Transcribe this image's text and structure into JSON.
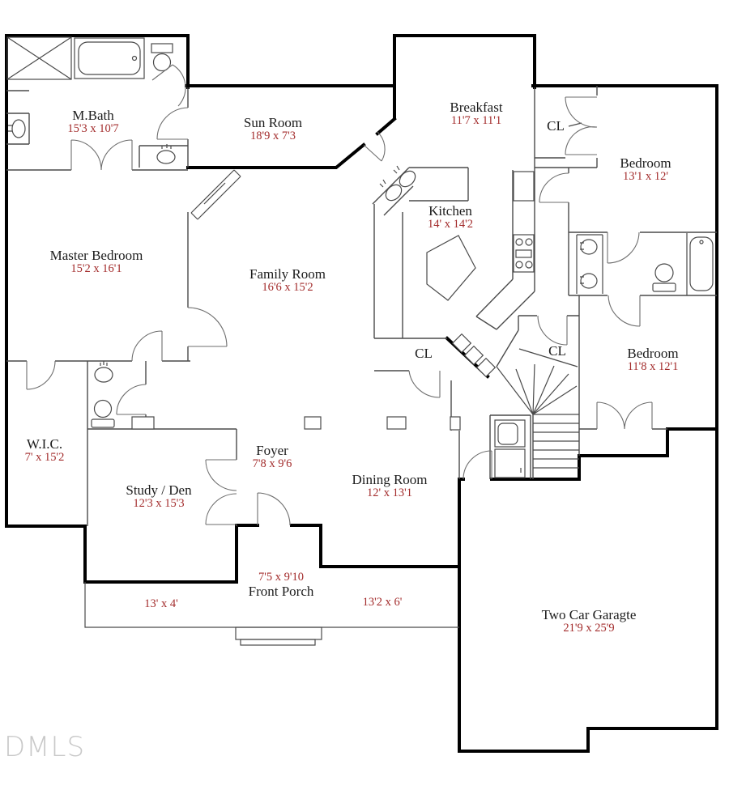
{
  "watermark": "DMLS",
  "colors": {
    "exterior_wall": "#000000",
    "interior_wall": "#4a4a4a",
    "room_name_text": "#1c1c1c",
    "dimension_text": "#a32c2c",
    "watermark_text": "#c9c9c9",
    "background": "#ffffff"
  },
  "rooms": {
    "mbath": {
      "name": "M.Bath",
      "dims": "15'3 x 10'7"
    },
    "sunroom": {
      "name": "Sun Room",
      "dims": "18'9 x 7'3"
    },
    "breakfast": {
      "name": "Breakfast",
      "dims": "11'7 x 11'1"
    },
    "kitchen": {
      "name": "Kitchen",
      "dims": "14' x 14'2"
    },
    "master": {
      "name": "Master Bedroom",
      "dims": "15'2 x 16'1"
    },
    "family": {
      "name": "Family Room",
      "dims": "16'6 x 15'2"
    },
    "bedroom1": {
      "name": "Bedroom",
      "dims": "13'1 x 12'"
    },
    "bedroom2": {
      "name": "Bedroom",
      "dims": "11'8 x 12'1"
    },
    "wic": {
      "name": "W.I.C.",
      "dims": "7' x 15'2"
    },
    "study": {
      "name": "Study / Den",
      "dims": "12'3 x 15'3"
    },
    "foyer": {
      "name": "Foyer",
      "dims": "7'8 x 9'6"
    },
    "dining": {
      "name": "Dining Room",
      "dims": "12' x 13'1"
    },
    "porch": {
      "name": "Front Porch",
      "dims": "7'5 x 9'10",
      "left_dims": "13' x 4'",
      "right_dims": "13'2 x 6'"
    },
    "garage": {
      "name": "Two Car Garagte",
      "dims": "21'9 x 25'9"
    }
  },
  "closets": {
    "cl1": "CL",
    "cl2": "CL",
    "cl3": "CL"
  }
}
